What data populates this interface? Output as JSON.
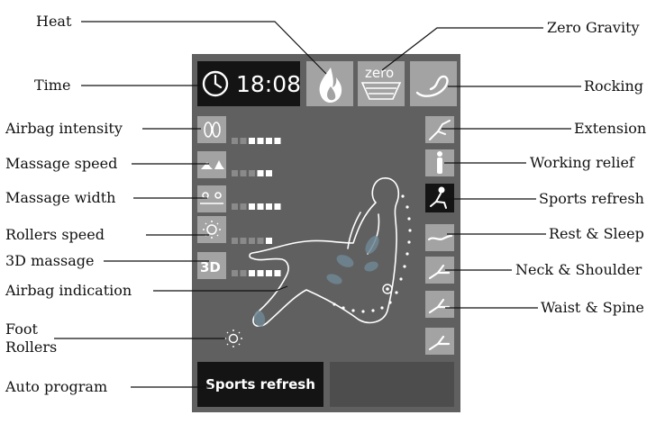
{
  "screen": {
    "time": "18:08",
    "zero_label": "zero",
    "auto_program": "Sports refresh",
    "three_d_label": "3D",
    "colors": {
      "panel": "#606060",
      "button": "#a3a3a3",
      "active": "#141414",
      "bar_on": "#ffffff",
      "bar_off": "#8a8a8a"
    }
  },
  "callouts": {
    "heat": "Heat",
    "zero_gravity": "Zero Gravity",
    "time": "Time",
    "rocking": "Rocking",
    "airbag_intensity": "Airbag intensity",
    "extension": "Extension",
    "massage_speed": "Massage speed",
    "working_relief": "Working relief",
    "massage_width": "Massage width",
    "sports_refresh": "Sports refresh",
    "rollers_speed": "Rollers speed",
    "rest_sleep": "Rest & Sleep",
    "three_d_massage": "3D massage",
    "neck_shoulder": "Neck & Shoulder",
    "airbag_indication": "Airbag indication",
    "waist_spine": "Waist & Spine",
    "foot_rollers_1": "Foot",
    "foot_rollers_2": "Rollers",
    "auto_program": "Auto program"
  },
  "levels": [
    {
      "name": "airbag-intensity",
      "lit": 4,
      "total": 6
    },
    {
      "name": "massage-speed",
      "lit": 2,
      "total": 5
    },
    {
      "name": "massage-width",
      "lit": 4,
      "total": 6
    },
    {
      "name": "rollers-speed",
      "lit": 1,
      "total": 5
    },
    {
      "name": "3d-massage",
      "lit": 4,
      "total": 6
    }
  ]
}
